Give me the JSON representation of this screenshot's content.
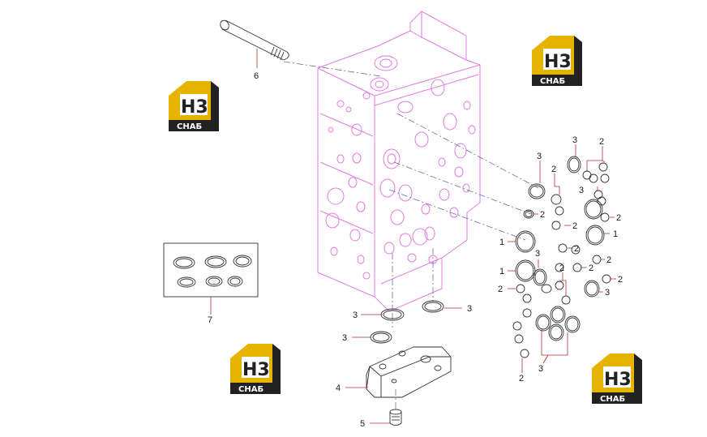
{
  "diagram": {
    "parts": {
      "p1": "1",
      "p2": "2",
      "p3": "3",
      "p4": "4",
      "p5": "5",
      "p6": "6",
      "p7": "7"
    },
    "colors": {
      "body_outline": "#e07ce0",
      "leader": "#b03030",
      "centerline": "#6a6aa8",
      "ring": "#333333",
      "label": "#1a1a1a"
    }
  },
  "watermark": {
    "big": "Н3",
    "small": "СНАБ",
    "colors": {
      "yellow": "#e6b400",
      "dark": "#222222"
    }
  }
}
